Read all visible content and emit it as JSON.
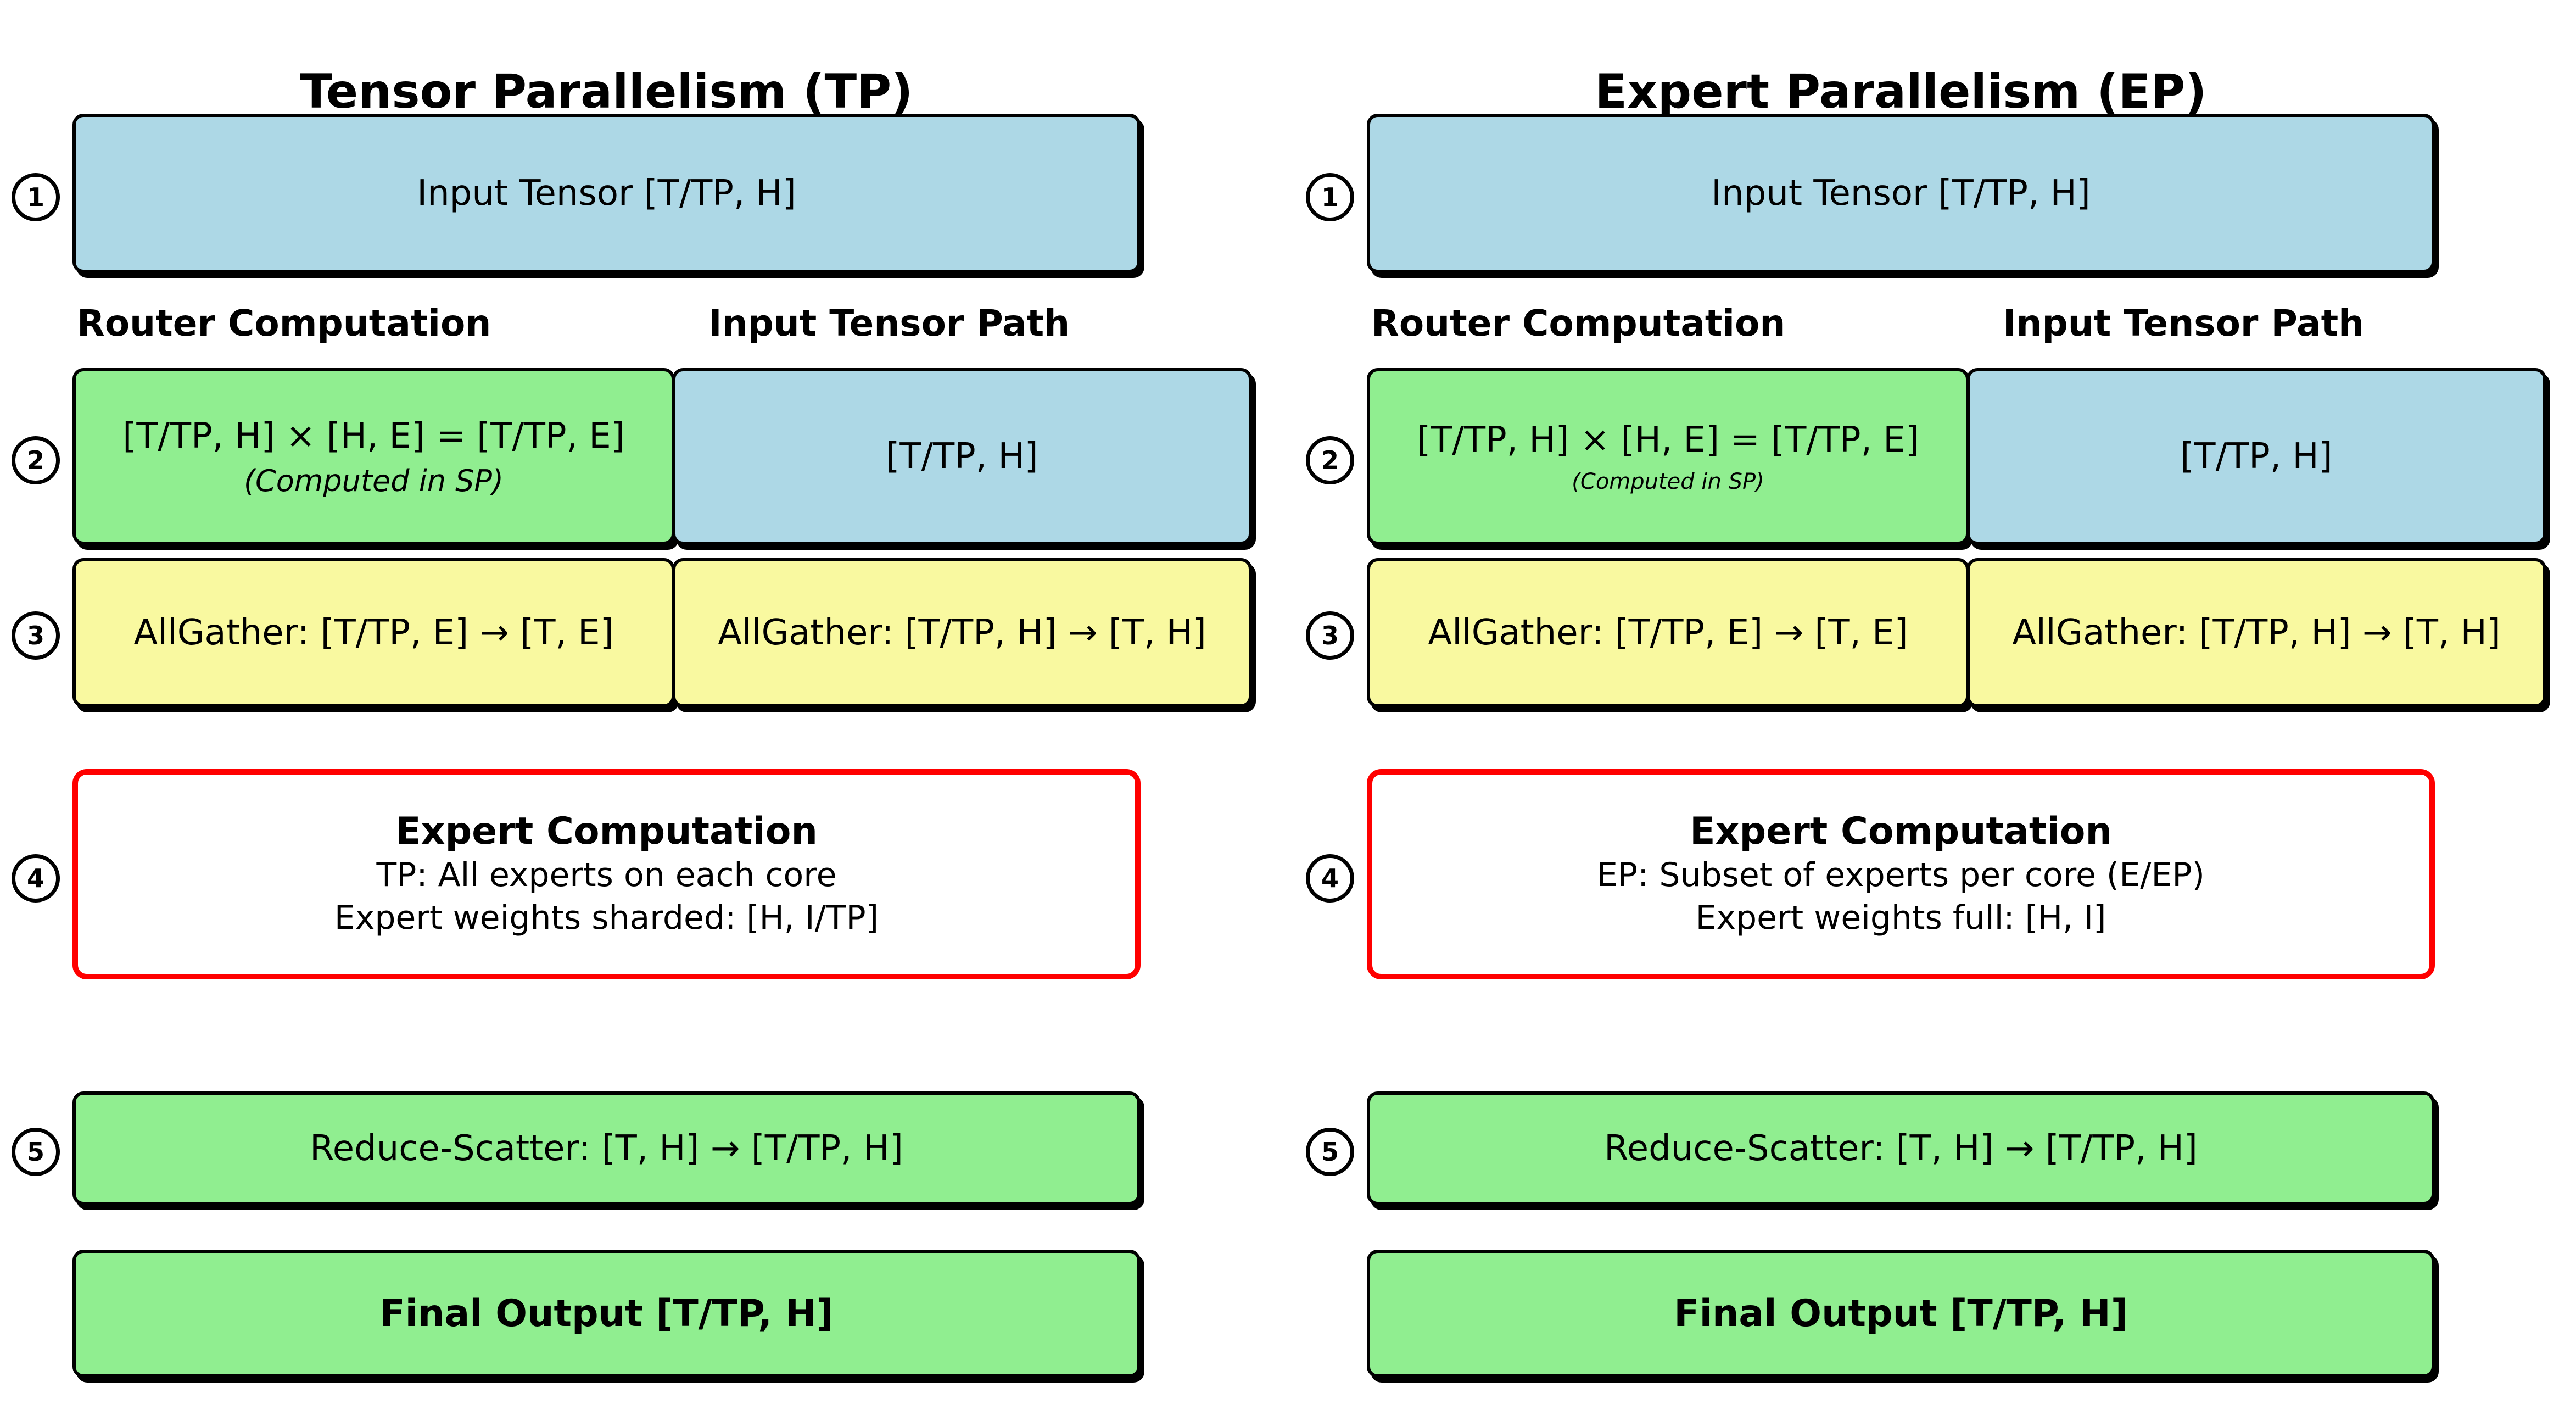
{
  "diagram": {
    "colors": {
      "tensor_fill": "#ADD8E6",
      "router_fill": "#90EE90",
      "allgather_fill": "#F9F9A0",
      "communication_fill": "#90EE90",
      "expert_box_border": "#FF0000",
      "box_border": "#000000",
      "text": "#000000"
    },
    "columns": [
      {
        "title": "Tensor Parallelism (TP)",
        "step_labels": [
          "1",
          "2",
          "3",
          "4",
          "5"
        ],
        "input_tensor": "Input Tensor [T/TP, H]",
        "headers": {
          "router": "Router Computation",
          "input_path": "Input Tensor Path"
        },
        "router_matmul": "[T/TP, H] × [H, E] = [T/TP, E]",
        "router_note": "(Computed in SP)",
        "input_path_tensor": "[T/TP, H]",
        "allgather_router": "AllGather: [T/TP, E] → [T, E]",
        "allgather_input": "AllGather: [T/TP, H] → [T, H]",
        "expert": {
          "title": "Expert Computation",
          "line1": "TP: All experts on each core",
          "line2": "Expert weights sharded: [H, I/TP]"
        },
        "reduce_scatter": "Reduce-Scatter: [T, H] → [T/TP, H]",
        "final_output": "Final Output [T/TP, H]"
      },
      {
        "title": "Expert Parallelism (EP)",
        "step_labels": [
          "1",
          "2",
          "3",
          "4",
          "5"
        ],
        "input_tensor": "Input Tensor [T/TP, H]",
        "headers": {
          "router": "Router Computation",
          "input_path": "Input Tensor Path"
        },
        "router_matmul": "[T/TP, H] × [H, E] = [T/TP, E]",
        "router_note": "(Computed in SP)",
        "input_path_tensor": "[T/TP, H]",
        "allgather_router": "AllGather: [T/TP, E] → [T, E]",
        "allgather_input": "AllGather: [T/TP, H] → [T, H]",
        "expert": {
          "title": "Expert Computation",
          "line1": "EP: Subset of experts per core (E/EP)",
          "line2": "Expert weights full: [H, I]"
        },
        "reduce_scatter": "Reduce-Scatter: [T, H] → [T/TP, H]",
        "final_output": "Final Output [T/TP, H]"
      }
    ]
  }
}
